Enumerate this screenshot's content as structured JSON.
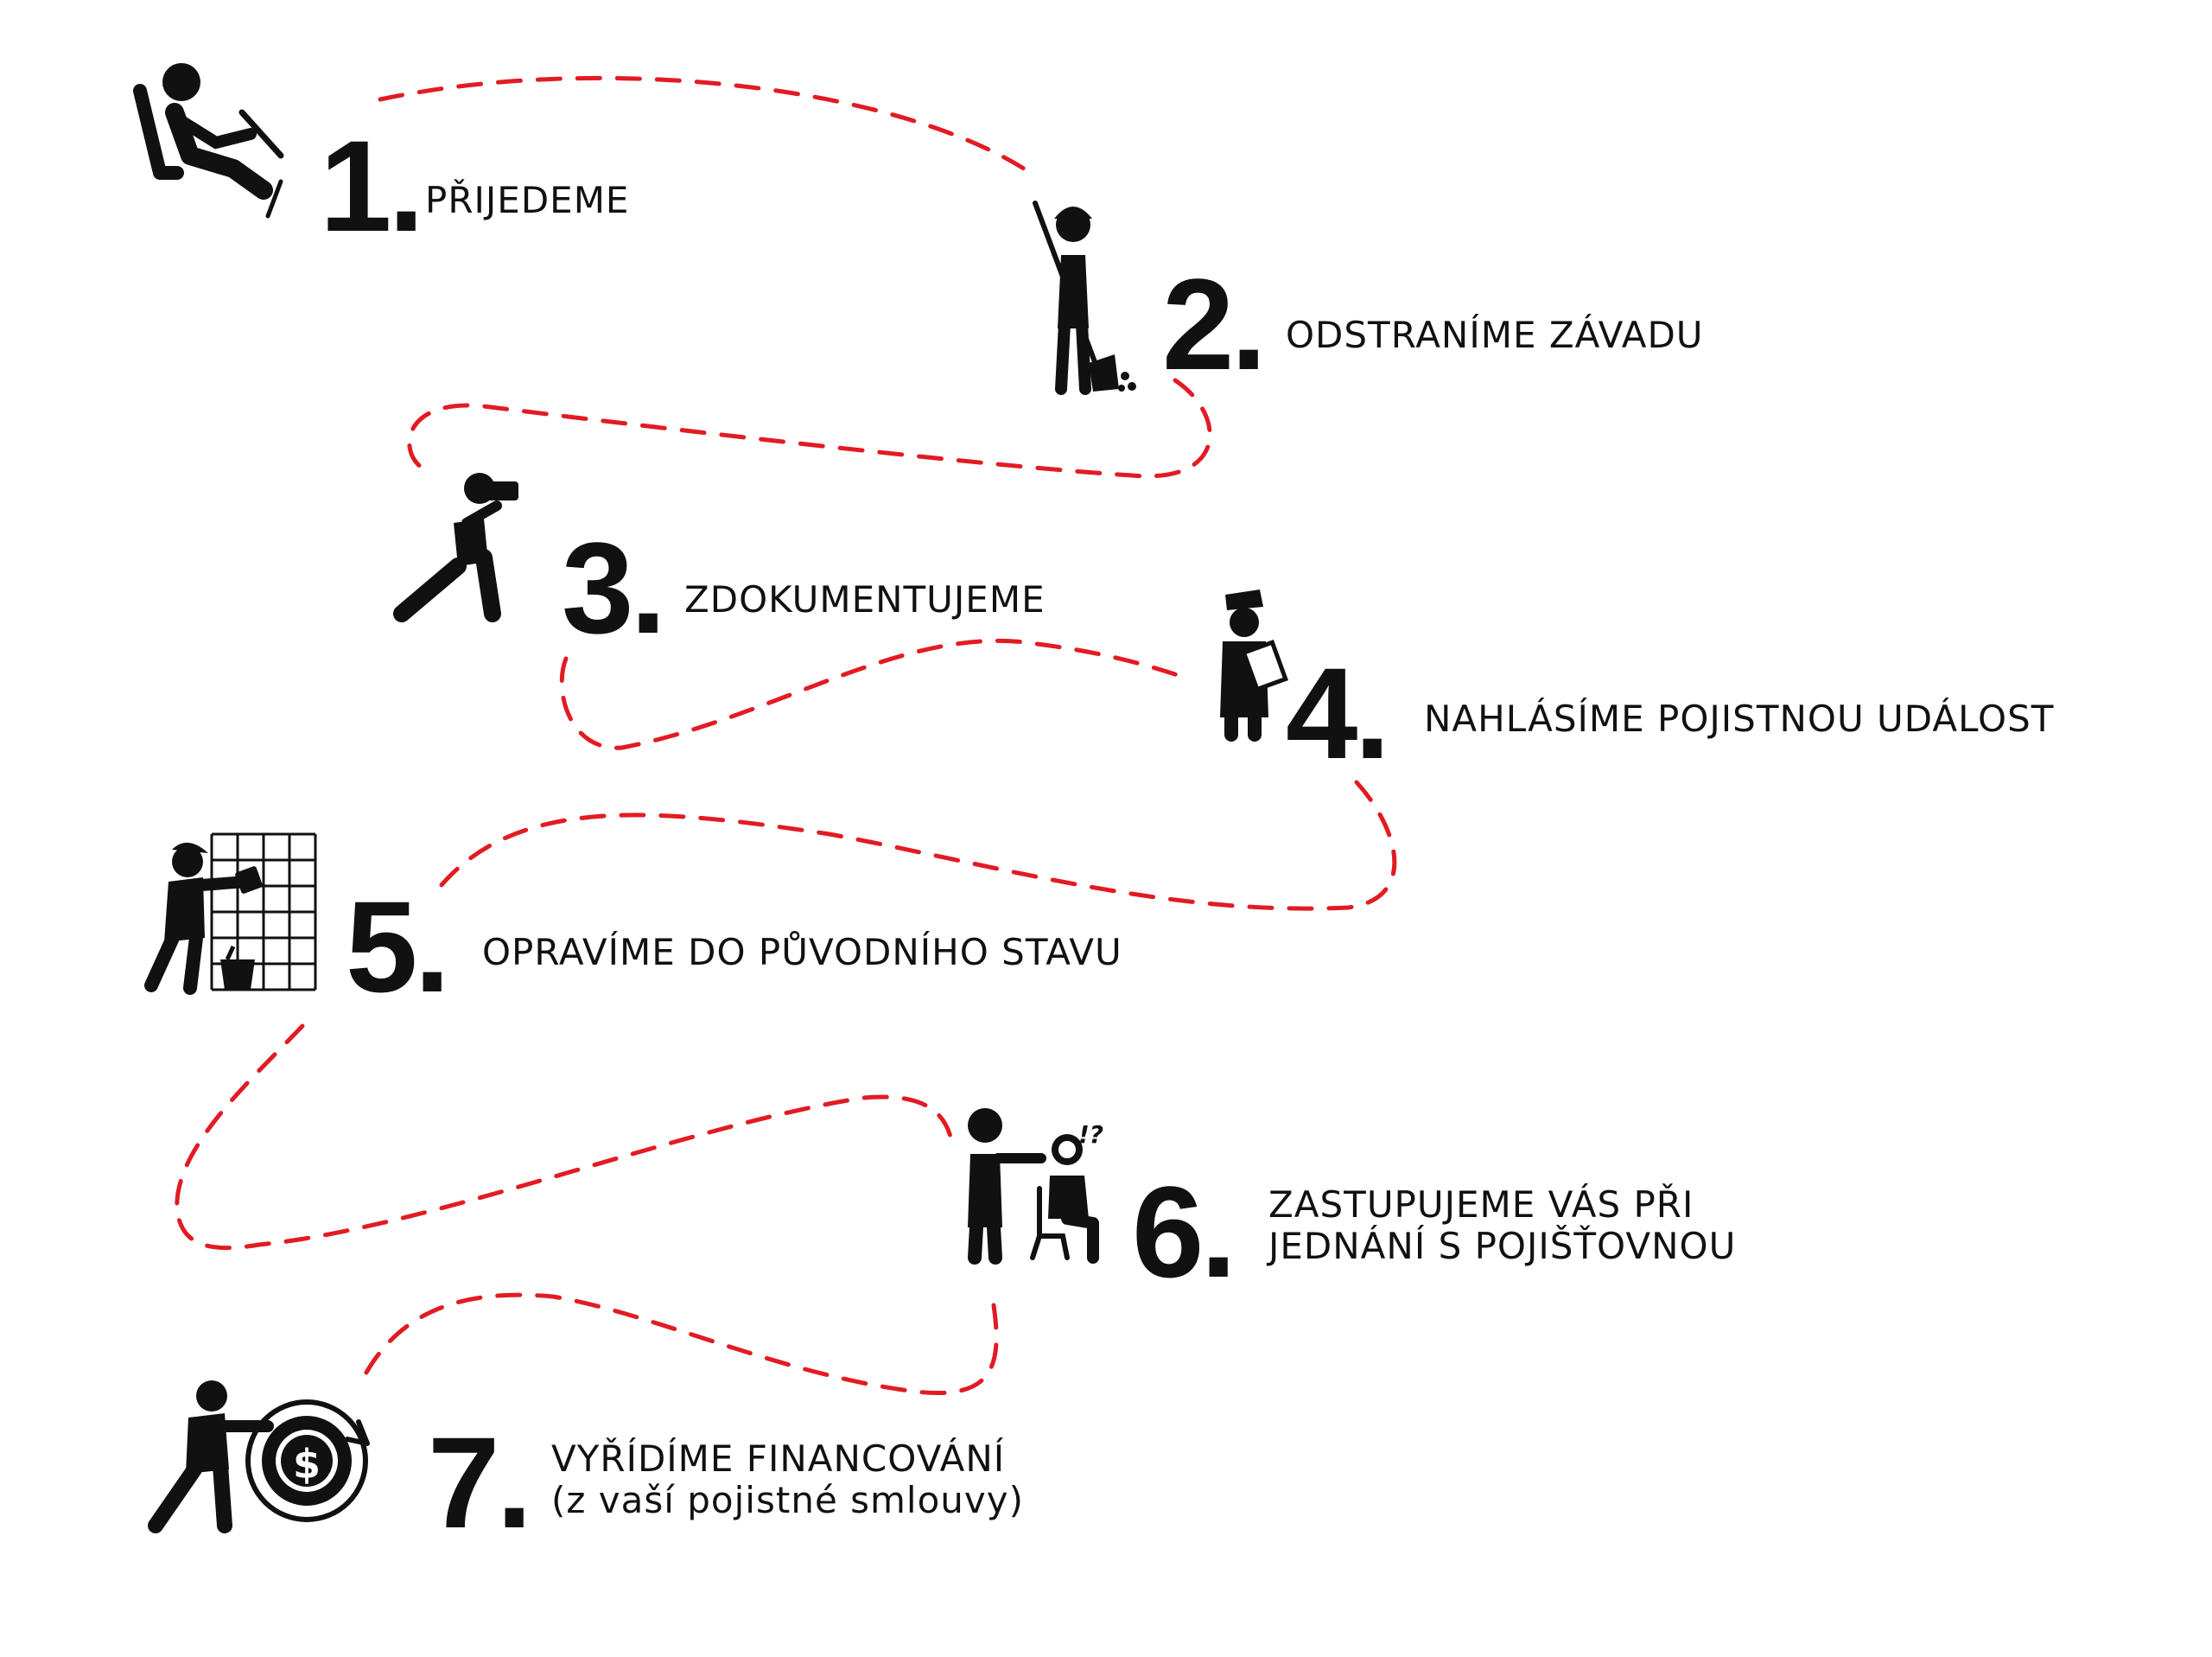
{
  "colors": {
    "path": "#e21b23",
    "ink": "#111111",
    "background": "#ffffff"
  },
  "steps": [
    {
      "number": "1.",
      "icon": "driver-icon",
      "lines": [
        "PŘIJEDEME"
      ]
    },
    {
      "number": "2.",
      "icon": "sweeper-worker-icon",
      "lines": [
        "ODSTRANÍME ZÁVADU"
      ]
    },
    {
      "number": "3.",
      "icon": "photographer-icon",
      "lines": [
        "ZDOKUMENTUJEME"
      ]
    },
    {
      "number": "4.",
      "icon": "policeman-clipboard-icon",
      "lines": [
        "NAHLÁSÍME POJISTNOU UDÁLOST"
      ]
    },
    {
      "number": "5.",
      "icon": "tiler-worker-icon",
      "lines": [
        "OPRAVÍME DO PŮVODNÍHO STAVU"
      ]
    },
    {
      "number": "6.",
      "icon": "advisor-client-icon",
      "lines": [
        "ZASTUPUJEME VÁS PŘI",
        "JEDNÁNÍ S POJIŠŤOVNOU"
      ]
    },
    {
      "number": "7.",
      "icon": "money-gear-icon",
      "lines": [
        "VYŘÍDÍME FINANCOVÁNÍ",
        "(z vaší pojistné smlouvy)"
      ]
    }
  ],
  "icon_marks": {
    "question_exclaim": "!?",
    "dollar": "$"
  }
}
